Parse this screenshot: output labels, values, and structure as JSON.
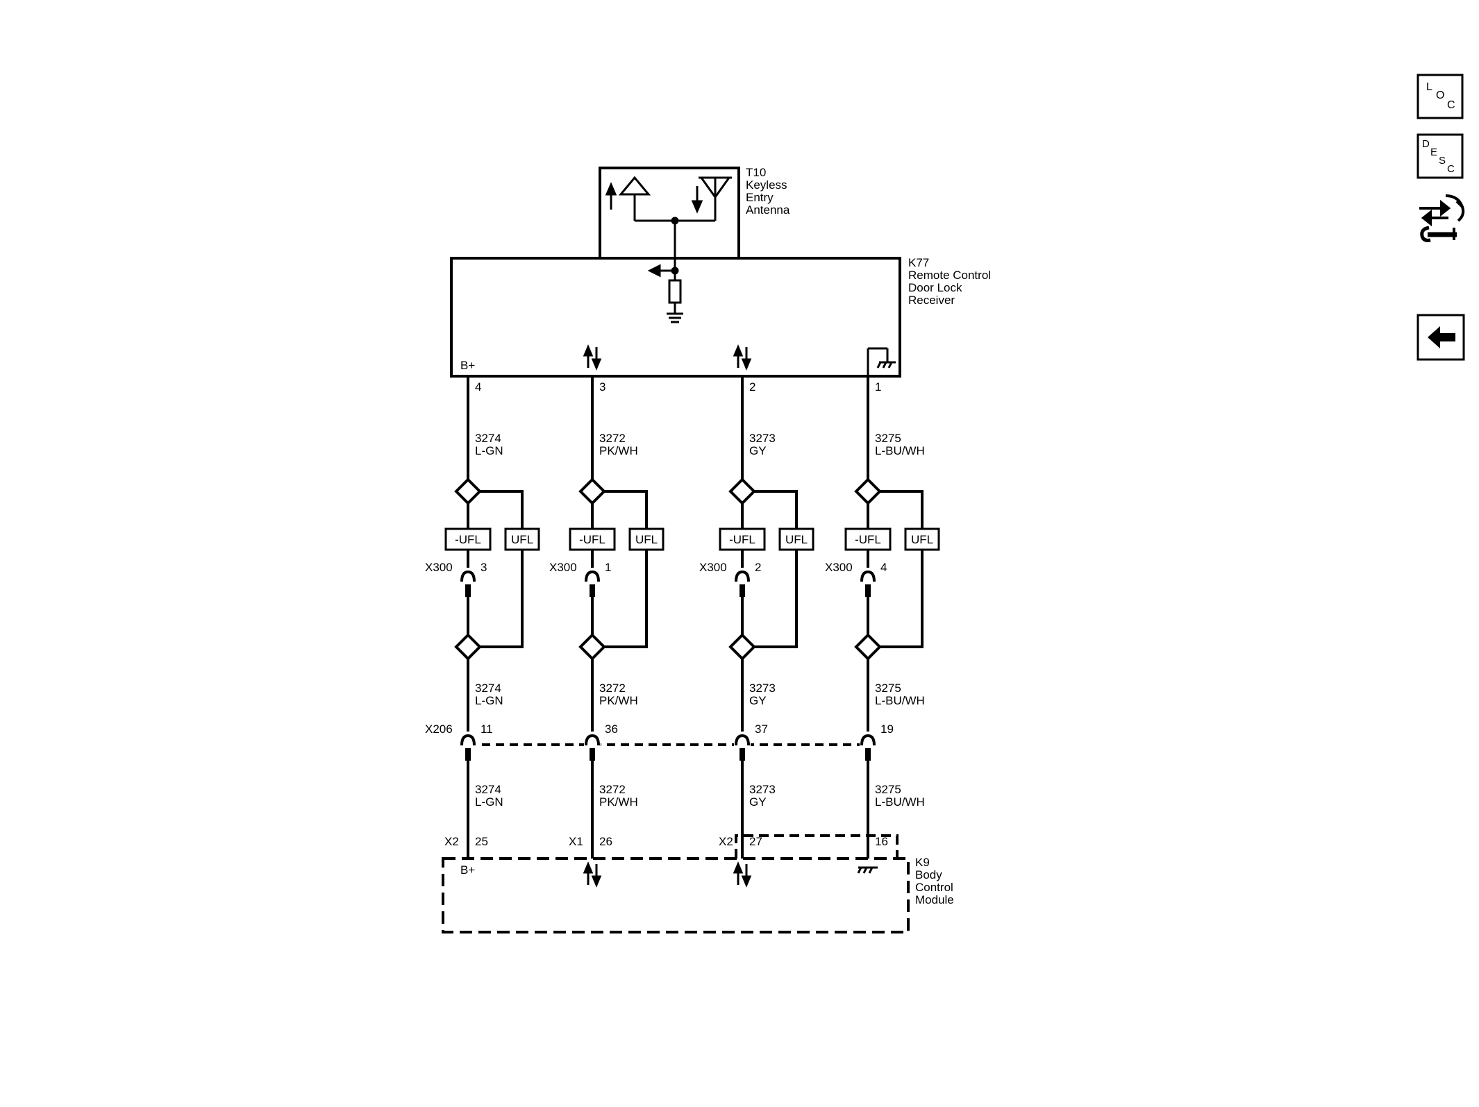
{
  "components": {
    "t10": {
      "lines": [
        "T10",
        "Keyless",
        "Entry",
        "Antenna"
      ]
    },
    "k77": {
      "lines": [
        "K77",
        "Remote Control",
        "Door Lock",
        "Receiver"
      ],
      "b_plus": "B+"
    },
    "k9": {
      "lines": [
        "K9",
        "Body",
        "Control",
        "Module"
      ],
      "b_plus": "B+"
    }
  },
  "circuits": [
    {
      "k77_pin": "4",
      "circuit": "3274",
      "color": "L-GN",
      "x300_label": "X300",
      "x300_pin": "3",
      "x206_label": "X206",
      "x206_pin": "11",
      "bcm_conn": "X2",
      "bcm_pin": "25"
    },
    {
      "k77_pin": "3",
      "circuit": "3272",
      "color": "PK/WH",
      "x300_label": "X300",
      "x300_pin": "1",
      "x206_label": "",
      "x206_pin": "36",
      "bcm_conn": "X1",
      "bcm_pin": "26"
    },
    {
      "k77_pin": "2",
      "circuit": "3273",
      "color": "GY",
      "x300_label": "X300",
      "x300_pin": "2",
      "x206_label": "",
      "x206_pin": "37",
      "bcm_conn": "X2",
      "bcm_pin": "27"
    },
    {
      "k77_pin": "1",
      "circuit": "3275",
      "color": "L-BU/WH",
      "x300_label": "X300",
      "x300_pin": "4",
      "x206_label": "",
      "x206_pin": "19",
      "bcm_conn": "",
      "bcm_pin": "16"
    }
  ],
  "options": {
    "not_ufl": "-UFL",
    "ufl": "UFL"
  },
  "side_buttons": {
    "loc": {
      "l1": "L",
      "l2": "O",
      "l3": "C"
    },
    "desc": {
      "l1": "D",
      "l2": "E",
      "l3": "S",
      "l4": "C"
    }
  },
  "icons": {
    "loc": "loc-icon",
    "desc": "desc-icon",
    "connector": "connector-tools-icon",
    "back": "back-arrow-icon"
  }
}
